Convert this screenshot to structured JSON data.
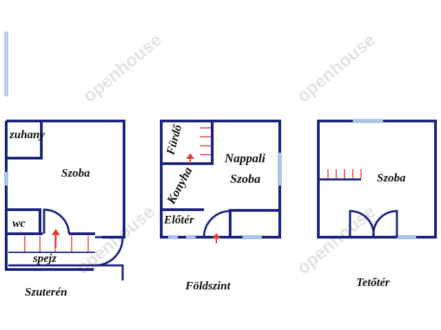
{
  "watermark": "openhouse",
  "colors": {
    "wall": "#1a237e",
    "window": "#a9c4e4",
    "stair": "#e53935",
    "arrow": "#e53935",
    "accent_bar": "#b9cde6"
  },
  "plans": {
    "suteren": {
      "title": "Szuterén",
      "rooms": {
        "zuhany": "zuhany",
        "szoba": "Szoba",
        "wc": "wc",
        "spejz": "spejz"
      }
    },
    "foldszint": {
      "title": "Földszint",
      "rooms": {
        "furdo": "Fürdő",
        "nappali": "Nappali",
        "szoba": "Szoba",
        "konyha": "Konyha",
        "eloter": "Előtér"
      }
    },
    "tetoter": {
      "title": "Tetőtér",
      "rooms": {
        "szoba": "Szoba"
      }
    }
  }
}
